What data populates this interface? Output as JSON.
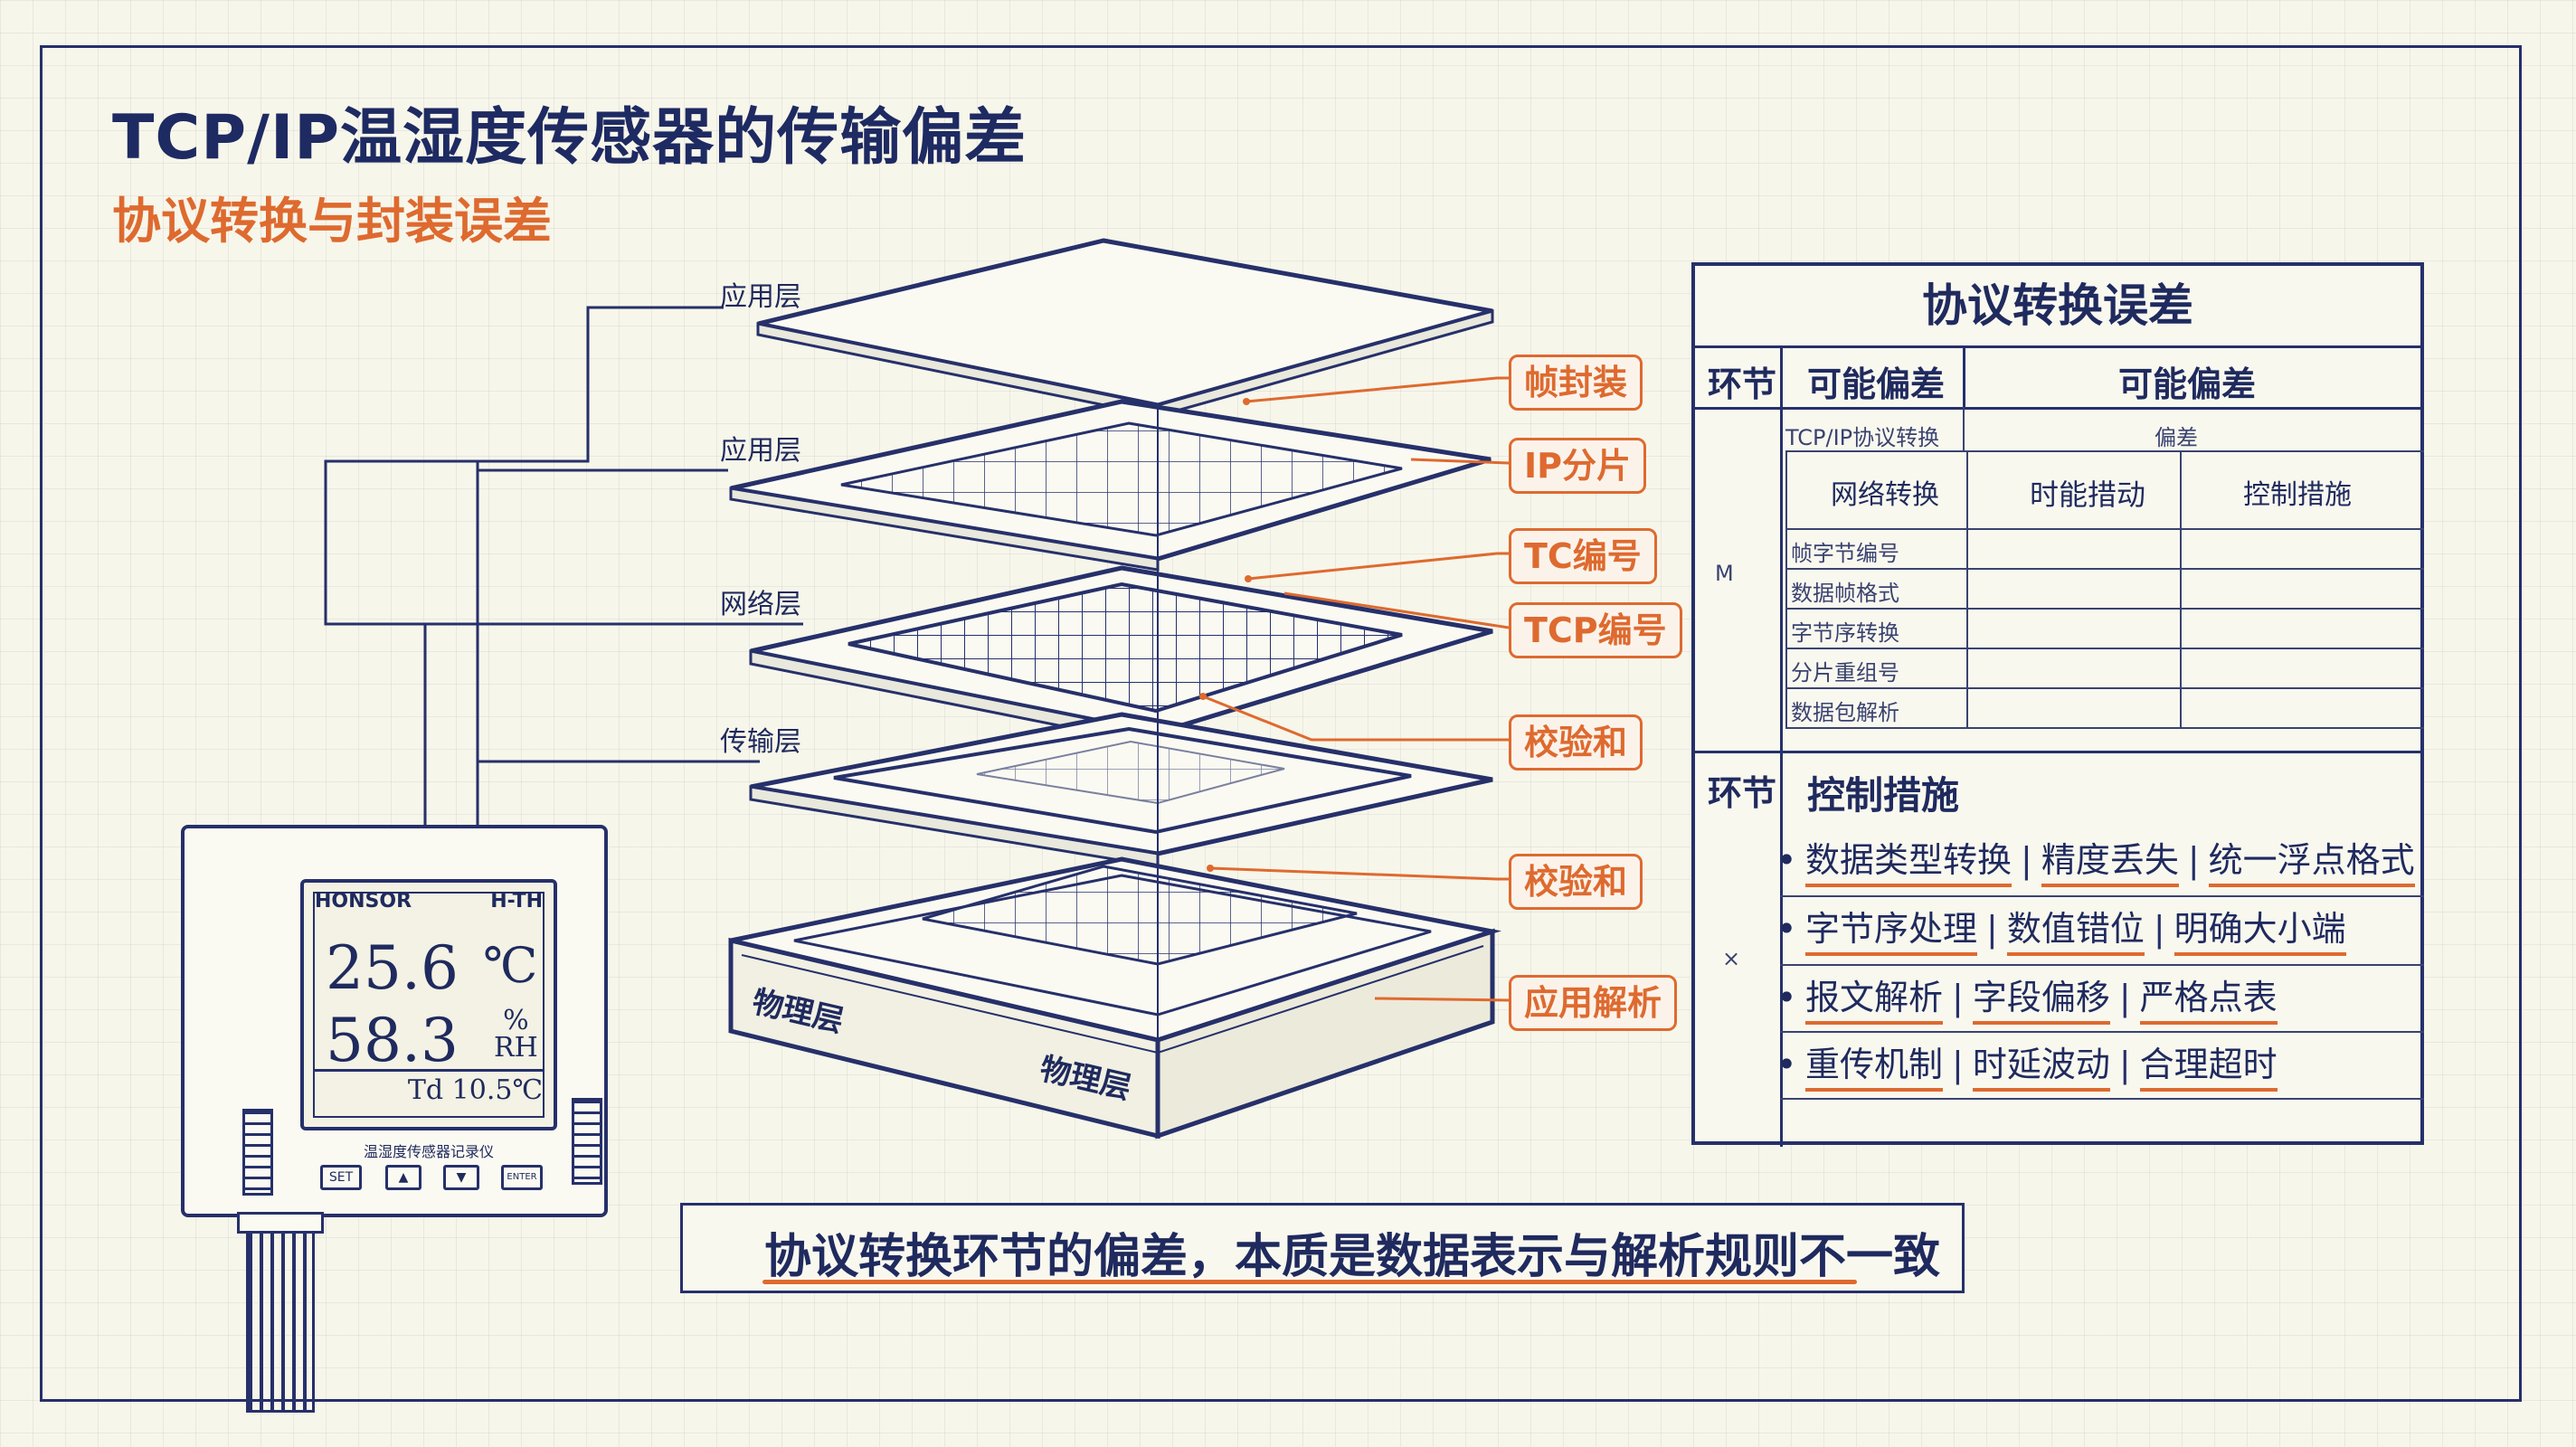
{
  "title": "TCP/IP温湿度传感器的传输偏差",
  "subtitle": "协议转换与封装误差",
  "layers": [
    {
      "label": "应用层"
    },
    {
      "label": "应用层"
    },
    {
      "label": "网络层"
    },
    {
      "label": "传输层"
    }
  ],
  "base_labels": [
    "物理层",
    "物理层"
  ],
  "callouts": [
    "帧封装",
    "IP分片",
    "TC编号",
    "TCP编号",
    "校验和",
    "校验和",
    "应用解析"
  ],
  "panel": {
    "title": "协议转换误差",
    "header": {
      "col1": "环节",
      "col2": "可能偏差",
      "col3": "可能偏差"
    },
    "sub_header_small": {
      "left": "TCP/IP协议转换",
      "right": "偏差"
    },
    "mid_header": {
      "col1": "网络转换",
      "col2": "时能措动",
      "col3": "控制措施"
    },
    "mid_rows": [
      "帧字节编号",
      "数据帧格式",
      "字节序转换",
      "分片重组号",
      "数据包解析"
    ],
    "mid_left_label": "M",
    "lower_header": {
      "col1": "环节",
      "col2": "控制措施"
    },
    "lower_left_label": "×",
    "control_items": [
      {
        "a": "数据类型转换",
        "b": "精度丢失",
        "c": "统一浮点格式"
      },
      {
        "a": "字节序处理",
        "b": "数值错位",
        "c": "明确大小端"
      },
      {
        "a": "报文解析",
        "b": "字段偏移",
        "c": "严格点表"
      },
      {
        "a": "重传机制",
        "b": "时延波动",
        "c": "合理超时"
      }
    ]
  },
  "device": {
    "brand": "HONSOR",
    "model": "H-TH",
    "temp_value": "25.6",
    "temp_unit": "℃",
    "hum_value": "58.3",
    "hum_unit_top": "%",
    "hum_unit_bottom": "RH",
    "dew": "Td 10.5℃",
    "footer": "温湿度传感器记录仪",
    "buttons": [
      "SET",
      "▲",
      "▼",
      "ENTER"
    ]
  },
  "conclusion": "协议转换环节的偏差，本质是数据表示与解析规则不一致",
  "colors": {
    "ink": "#1f2a5e",
    "accent": "#de6a2f",
    "paper": "#f7f6ea"
  }
}
